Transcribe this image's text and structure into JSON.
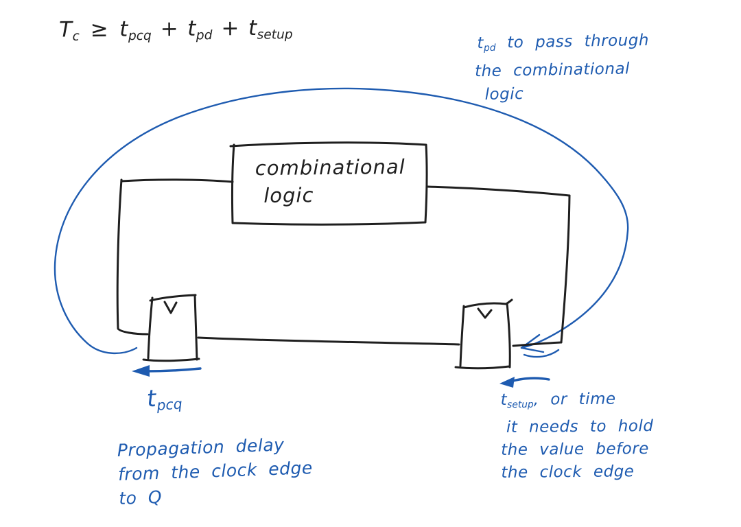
{
  "colors": {
    "background": "#ffffff",
    "ink_black": "#1f1f1f",
    "ink_blue": "#1e5bb0"
  },
  "formula": {
    "lhs_base": "T",
    "lhs_sub": "c",
    "relation": "≥",
    "term1_base": "t",
    "term1_sub": "pcq",
    "plus1": "+",
    "term2_base": "t",
    "term2_sub": "pd",
    "plus2": "+",
    "term3_base": "t",
    "term3_sub": "setup"
  },
  "combinational_box": {
    "label_line1": "combinational",
    "label_line2": "logic"
  },
  "notes": {
    "tpd": {
      "base": "t",
      "sub": "pd",
      "line1_rest": " to pass through",
      "line2": "the combinational",
      "line3": "logic"
    },
    "tpcq_label": {
      "base": "t",
      "sub": "pcq"
    },
    "tpcq_desc": {
      "line1": "Propagation delay",
      "line2": "from the clock edge",
      "line3": "to Q"
    },
    "tsetup": {
      "base": "t",
      "sub": "setup",
      "line1_rest": ", or time",
      "line2": "it needs to hold",
      "line3": "the value before",
      "line4": "the clock edge"
    }
  },
  "icons": {
    "clock_input_left": "v-chevron clock edge mark",
    "clock_input_right": "v-chevron clock edge mark",
    "cycle_loop": "hand-drawn ellipse with left arrowhead",
    "tpcq_arrow": "left arrow",
    "tsetup_arrow": "left arrow"
  }
}
